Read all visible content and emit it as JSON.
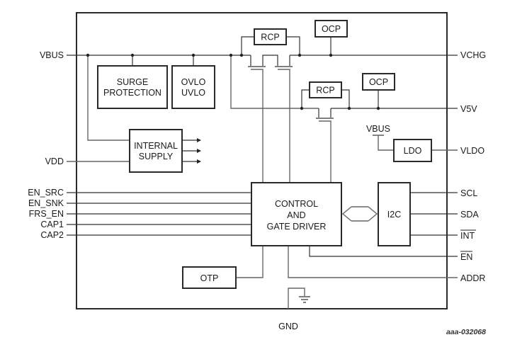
{
  "figure_id": "aaa-032068",
  "pins_left": {
    "vbus": "VBUS",
    "vdd": "VDD",
    "en_src": "EN_SRC",
    "en_snk": "EN_SNK",
    "frs_en": "FRS_EN",
    "cap1": "CAP1",
    "cap2": "CAP2"
  },
  "pins_right": {
    "vchg": "VCHG",
    "v5v": "V5V",
    "vldo": "VLDO",
    "scl": "SCL",
    "sda": "SDA",
    "int": "INT",
    "en": "EN",
    "addr": "ADDR"
  },
  "pins_bottom": {
    "gnd": "GND"
  },
  "blocks": {
    "surge": [
      "SURGE",
      "PROTECTION"
    ],
    "ovlo": [
      "OVLO",
      "UVLO"
    ],
    "internal_supply": [
      "INTERNAL",
      "SUPPLY"
    ],
    "rcp_top": "RCP",
    "ocp_top": "OCP",
    "rcp_mid": "RCP",
    "ocp_mid": "OCP",
    "ldo": "LDO",
    "ldo_input": "VBUS",
    "control": [
      "CONTROL",
      "AND",
      "GATE DRIVER"
    ],
    "i2c": "I2C",
    "otp": "OTP"
  },
  "overbar_pins": [
    "INT",
    "EN"
  ]
}
